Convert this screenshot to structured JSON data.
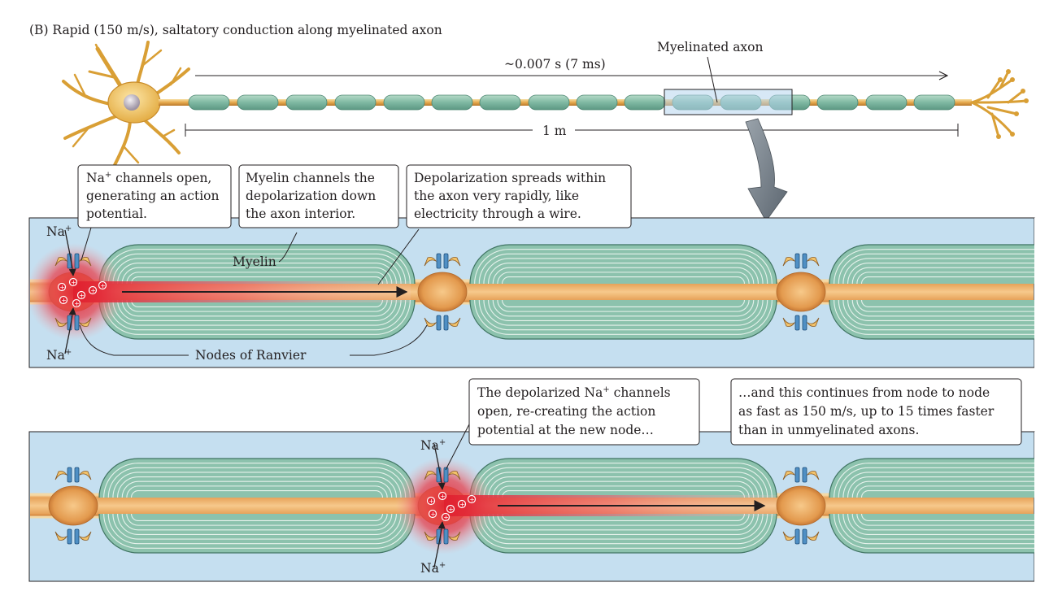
{
  "title": "(B) Rapid (150 m/s), saltatory conduction along myelinated axon",
  "overview": {
    "time_label": "~0.007 s (7 ms)",
    "length_label": "1 m",
    "inset_label": "Myelinated axon"
  },
  "panel1": {
    "callouts": [
      [
        "Na",
        " channels open,",
        "generating an action",
        "potential."
      ],
      [
        "Myelin channels the",
        "depolarization down",
        "the axon interior."
      ],
      [
        "Depolarization spreads within",
        "the axon very rapidly, like",
        "electricity through a wire."
      ]
    ],
    "ion_label": "Na",
    "ion_charge": "+",
    "myelin_label": "Myelin",
    "nodes_label": "Nodes of Ranvier"
  },
  "panel2": {
    "callouts": [
      [
        "The depolarized Na",
        " channels",
        "open, re-creating the action",
        "potential at the new node…"
      ],
      [
        "…and this continues from node to node",
        "as fast as 150 m/s, up to 15 times faster",
        "than in unmyelinated axons."
      ]
    ],
    "ion_label": "Na",
    "ion_charge": "+"
  },
  "colors": {
    "panel_bg": "#c5dff0",
    "myelin": "#8cc2ad",
    "axon_core": "#d9863f",
    "depolarization": "#e0202e",
    "neuron": "#f2c86a",
    "channel": "#4f8fc4"
  }
}
